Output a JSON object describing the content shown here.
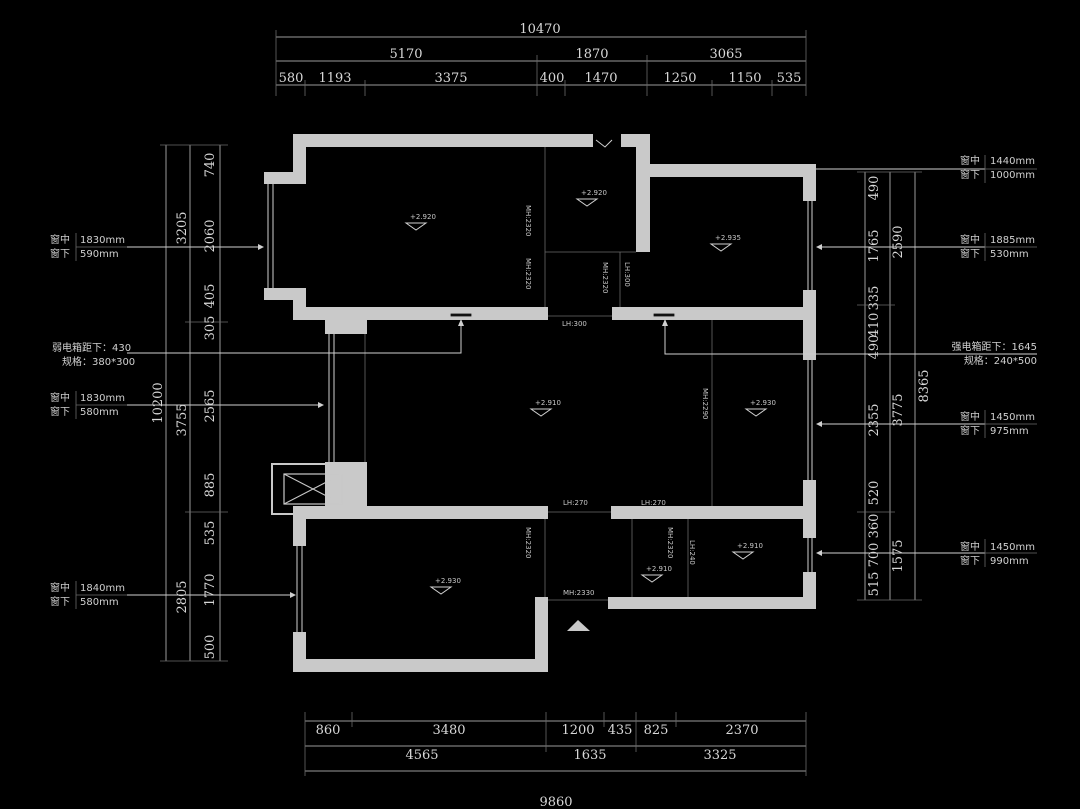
{
  "top_dims": {
    "overall": "10470",
    "row2": [
      "5170",
      "1870",
      "3065"
    ],
    "row3": [
      "580",
      "1193",
      "3375",
      "400",
      "1470",
      "1250",
      "1150",
      "535"
    ]
  },
  "bottom_dims": {
    "row1": [
      "860",
      "3480",
      "1200",
      "435",
      "825",
      "2370"
    ],
    "row2": [
      "4565",
      "1635",
      "3325"
    ],
    "overall": "9860"
  },
  "left_dims": {
    "overall": "10200",
    "col2": [
      "3205",
      "3755",
      "2805"
    ],
    "col3": [
      "740",
      "2060",
      "405",
      "305",
      "2565",
      "885",
      "535",
      "1770",
      "500"
    ]
  },
  "right_dims": {
    "overall": "8365",
    "col2": [
      "2590",
      "3775",
      "1575"
    ],
    "col3": [
      "490",
      "1765",
      "335",
      "410",
      "490",
      "2355",
      "520",
      "360",
      "700",
      "515"
    ]
  },
  "window_notes": [
    {
      "mid_label": "窗中",
      "mid_value": "1830mm",
      "low_label": "窗下",
      "low_value": "590mm"
    },
    {
      "mid_label": "窗中",
      "mid_value": "1830mm",
      "low_label": "窗下",
      "low_value": "580mm"
    },
    {
      "mid_label": "窗中",
      "mid_value": "1840mm",
      "low_label": "窗下",
      "low_value": "580mm"
    },
    {
      "mid_label": "窗中",
      "mid_value": "1440mm",
      "low_label": "窗下",
      "low_value": "1000mm"
    },
    {
      "mid_label": "窗中",
      "mid_value": "1885mm",
      "low_label": "窗下",
      "low_value": "530mm"
    },
    {
      "mid_label": "窗中",
      "mid_value": "1450mm",
      "low_label": "窗下",
      "low_value": "975mm"
    },
    {
      "mid_label": "窗中",
      "mid_value": "1450mm",
      "low_label": "窗下",
      "low_value": "990mm"
    }
  ],
  "weak_box": {
    "line1": "弱电箱距下：430",
    "line2": "规格：380*300"
  },
  "strong_box": {
    "line1": "强电箱距下：1645",
    "line2": "规格：240*500"
  },
  "elevations": [
    "+2.920",
    "+2.920",
    "+2.935",
    "+2.910",
    "+2.930",
    "+2.930",
    "+2.910",
    "+2.910"
  ],
  "beam_labels": [
    "LH:300",
    "LH:270",
    "LH:270",
    "MH:2330",
    "LH:300",
    "LH:240"
  ],
  "vertical_beam_labels": [
    "MH:2320",
    "MH:2320",
    "MH:2320",
    "MH:2290",
    "MH:2320",
    "MH:2320"
  ]
}
